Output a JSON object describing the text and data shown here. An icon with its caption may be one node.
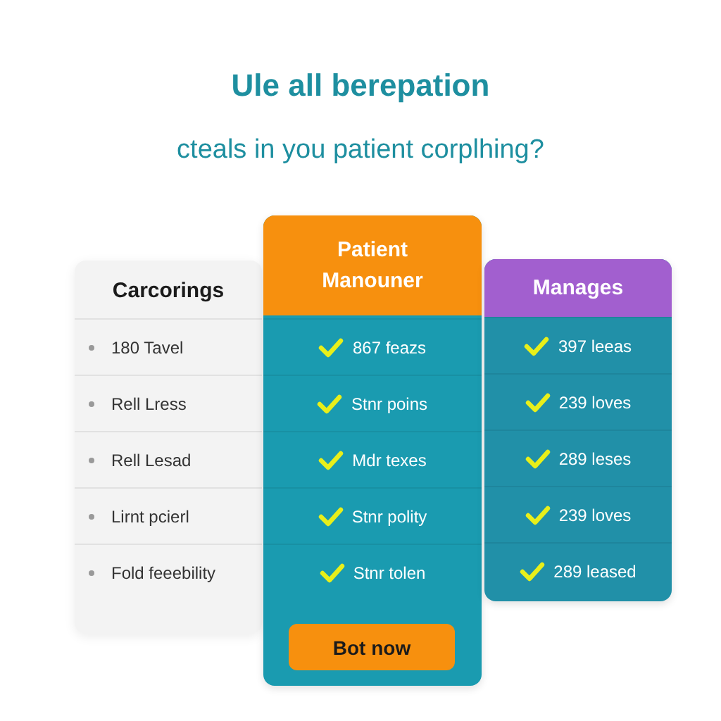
{
  "diagram": {
    "title": "Ule all berepation",
    "nodes": [
      {
        "text": [
          "Carcorings",
          "180 Tavel",
          "Rell Lress",
          "Rell Lesad",
          "Lirnt pcierl",
          "Fold feeebility"
        ]
      },
      {
        "text": [
          "Patient Manouner",
          "867 feazs",
          "Stnr poins",
          "Mdr texes",
          "Stnr polity",
          "Stnr tolen"
        ]
      },
      {
        "text": [
          "Bot now"
        ],
        "in": 1
      },
      {
        "text": [
          "Manages",
          "397 leeas",
          "239 loves",
          "289 leses",
          "239 loves",
          "289 leased"
        ]
      }
    ],
    "labels": [
      "cteals in you patient corplhing?"
    ]
  }
}
